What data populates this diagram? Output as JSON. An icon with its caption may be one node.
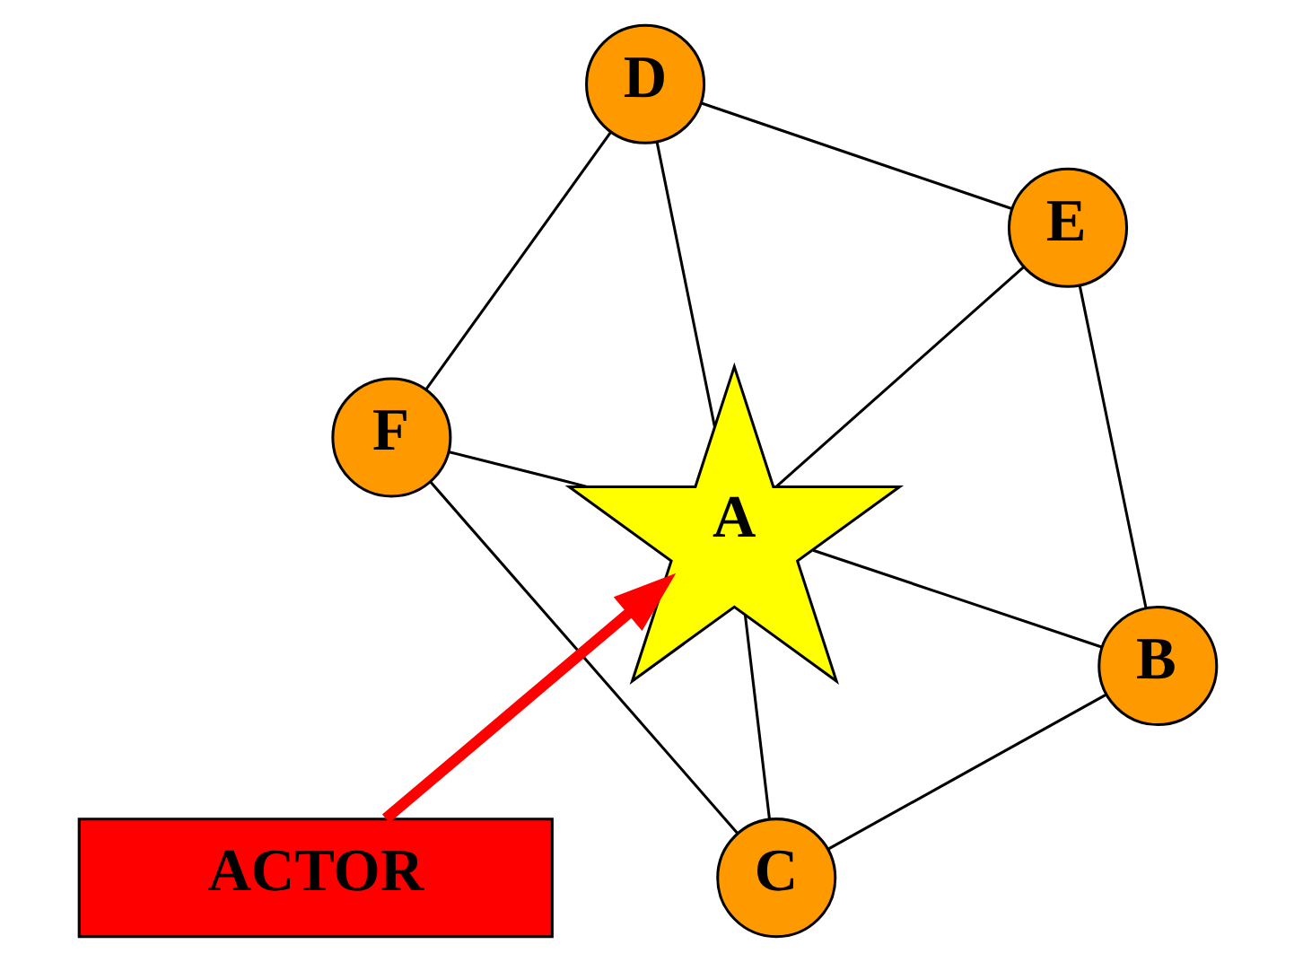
{
  "diagram": {
    "nodes": [
      {
        "text": [
          "A"
        ]
      },
      {
        "text": [
          "B"
        ]
      },
      {
        "text": [
          "C"
        ]
      },
      {
        "text": [
          "D"
        ]
      },
      {
        "text": [
          "E"
        ]
      },
      {
        "text": [
          "F"
        ]
      },
      {
        "text": [
          "ACTOR"
        ]
      }
    ],
    "edges": [
      {
        "from": 1,
        "to": 0,
        "arrow": "none"
      },
      {
        "from": 1,
        "to": 4,
        "arrow": "none"
      },
      {
        "from": 1,
        "to": 2,
        "arrow": "none"
      },
      {
        "from": 4,
        "to": 0,
        "arrow": "none"
      },
      {
        "from": 0,
        "to": 2,
        "arrow": "none"
      },
      {
        "from": 4,
        "to": 3,
        "arrow": "none"
      },
      {
        "from": 0,
        "to": 3,
        "arrow": "none"
      },
      {
        "from": 0,
        "to": 5,
        "arrow": "none"
      },
      {
        "from": 2,
        "to": 5,
        "arrow": "none"
      },
      {
        "from": 3,
        "to": 5,
        "arrow": "none"
      },
      {
        "from": 6,
        "to": 0,
        "arrow": "to",
        "style": "thick",
        "color": "#ff0000"
      }
    ]
  }
}
